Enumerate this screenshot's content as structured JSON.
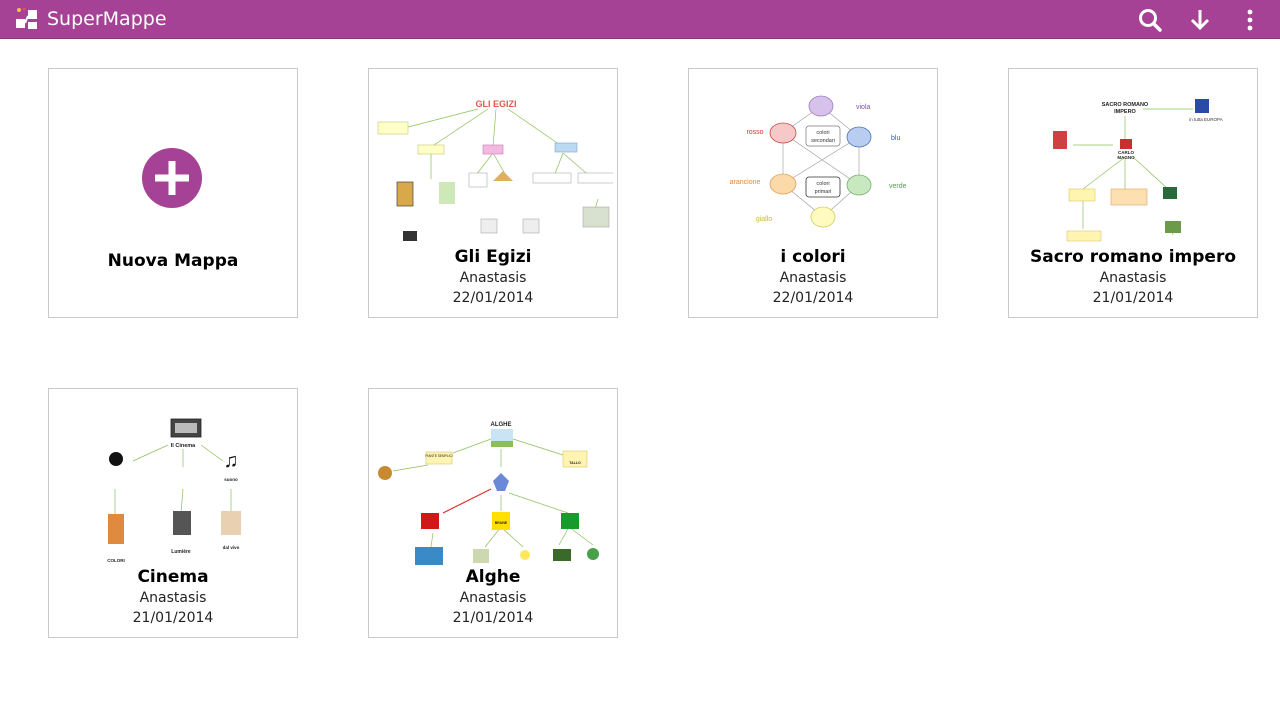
{
  "app": {
    "title": "SuperMappe"
  },
  "toolbar": {
    "search_icon": "search-icon",
    "download_icon": "download-icon",
    "more_icon": "more-vert-icon"
  },
  "colors": {
    "accent": "#a54295",
    "card_border": "#c9c9c9"
  },
  "new_map": {
    "label": "Nuova Mappa"
  },
  "maps": [
    {
      "title": "Gli Egizi",
      "author": "Anastasis",
      "date": "22/01/2014"
    },
    {
      "title": "i colori",
      "author": "Anastasis",
      "date": "22/01/2014"
    },
    {
      "title": "Sacro romano impero",
      "author": "Anastasis",
      "date": "21/01/2014"
    },
    {
      "title": "Cinema",
      "author": "Anastasis",
      "date": "21/01/2014"
    },
    {
      "title": "Alghe",
      "author": "Anastasis",
      "date": "21/01/2014"
    }
  ],
  "thumbnails": {
    "egizi": {
      "title": "GLI EGIZI"
    },
    "colori": {
      "nodes": [
        "viola",
        "rosso",
        "blu",
        "arancione",
        "verde",
        "giallo"
      ],
      "center_top": [
        "colori",
        "secondari"
      ],
      "center_bottom": [
        "colori",
        "primari"
      ]
    },
    "sacro": {
      "title_lines": [
        "SACRO ROMANO",
        "IMPERO"
      ],
      "leader": [
        "CARLO",
        "MAGNO"
      ],
      "europe": "in tutta EUROPA"
    },
    "cinema": {
      "title": "Il Cinema",
      "labels": [
        "COLORI",
        "Lumière",
        "dal vivo",
        "suono"
      ]
    },
    "alghe": {
      "title": "ALGHE",
      "labels": [
        "PIANTE SEMPLICI",
        "TALLO",
        "BRUNE"
      ]
    }
  }
}
